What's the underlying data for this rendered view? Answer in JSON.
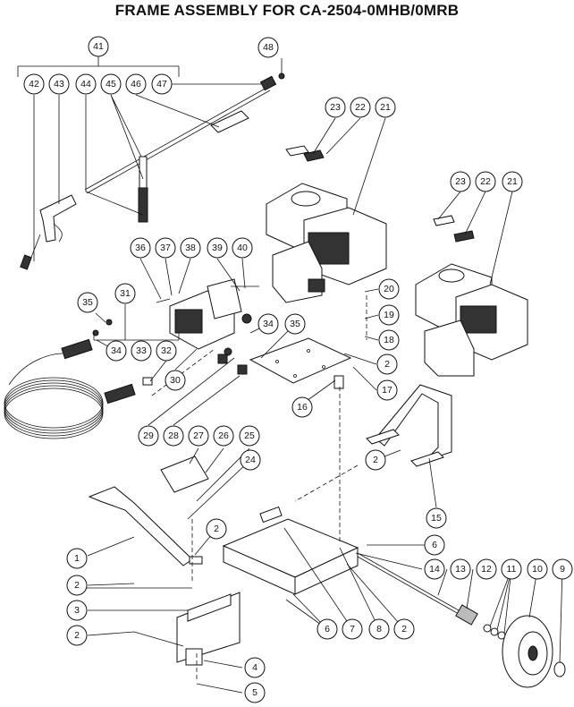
{
  "title": "FRAME ASSEMBLY FOR CA-2504-0MHB/0MRB",
  "callouts": [
    "41",
    "48",
    "42",
    "43",
    "44",
    "45",
    "46",
    "47",
    "23",
    "22",
    "21",
    "23",
    "22",
    "21",
    "36",
    "37",
    "38",
    "39",
    "40",
    "20",
    "19",
    "18",
    "35",
    "31",
    "34",
    "33",
    "32",
    "34",
    "35",
    "30",
    "2",
    "17",
    "16",
    "29",
    "28",
    "27",
    "26",
    "25",
    "24",
    "2",
    "15",
    "1",
    "2",
    "6",
    "14",
    "13",
    "12",
    "11",
    "10",
    "9",
    "2",
    "3",
    "2",
    "6",
    "7",
    "8",
    "2",
    "4",
    "5"
  ]
}
